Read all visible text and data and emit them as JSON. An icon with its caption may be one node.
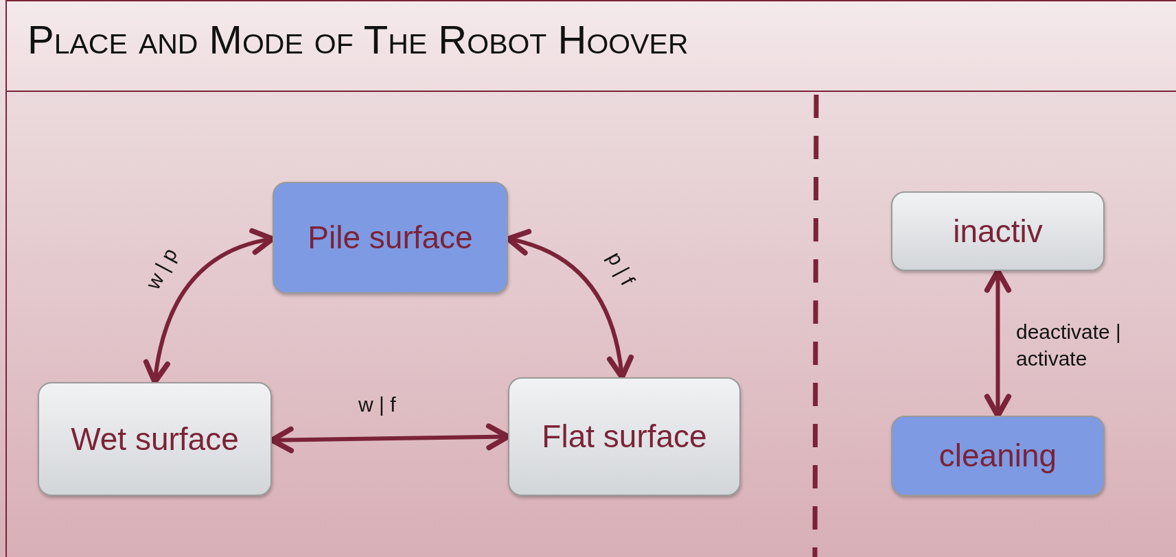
{
  "diagram": {
    "title": "Place and Mode of The Robot Hoover",
    "nodes": [
      {
        "text": [
          "Pile surface"
        ]
      },
      {
        "text": [
          "Wet surface"
        ]
      },
      {
        "text": [
          "Flat surface"
        ]
      },
      {
        "text": [
          "inactiv"
        ]
      },
      {
        "text": [
          "cleaning"
        ]
      }
    ],
    "edges": [
      {
        "from": 1,
        "to": 0,
        "arrow": "both",
        "label": "w | p"
      },
      {
        "from": 0,
        "to": 2,
        "arrow": "both",
        "label": "p | f"
      },
      {
        "from": 1,
        "to": 2,
        "arrow": "both",
        "label": "w | f"
      },
      {
        "from": 3,
        "to": 4,
        "arrow": "both",
        "label": "deactivate | activate"
      }
    ]
  }
}
